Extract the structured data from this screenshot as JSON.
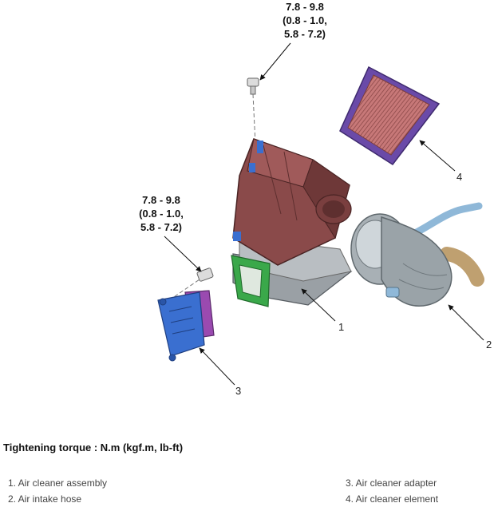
{
  "torque_labels": {
    "top": [
      "7.8 - 9.8",
      "(0.8 - 1.0,",
      "5.8 - 7.2)"
    ],
    "left": [
      "7.8 - 9.8",
      "(0.8 - 1.0,",
      "5.8 - 7.2)"
    ]
  },
  "callouts": [
    "1",
    "2",
    "3",
    "4"
  ],
  "heading": "Tightening torque : N.m (kgf.m, lb-ft)",
  "legend": [
    "1. Air cleaner assembly",
    "2. Air intake hose",
    "3. Air cleaner adapter",
    "4. Air cleaner element"
  ],
  "colors": {
    "housing": "#8a4a4a",
    "housing_dark": "#5e2f2f",
    "filter_frame": "#6a4aa8",
    "filter_media": "#c77878",
    "adapter": "#3a6fd0",
    "adapter_purple": "#9a4ab0",
    "seal_green": "#3aa84a",
    "hose_gray": "#9aa3a8",
    "hose_blue": "#8fb8d8"
  }
}
